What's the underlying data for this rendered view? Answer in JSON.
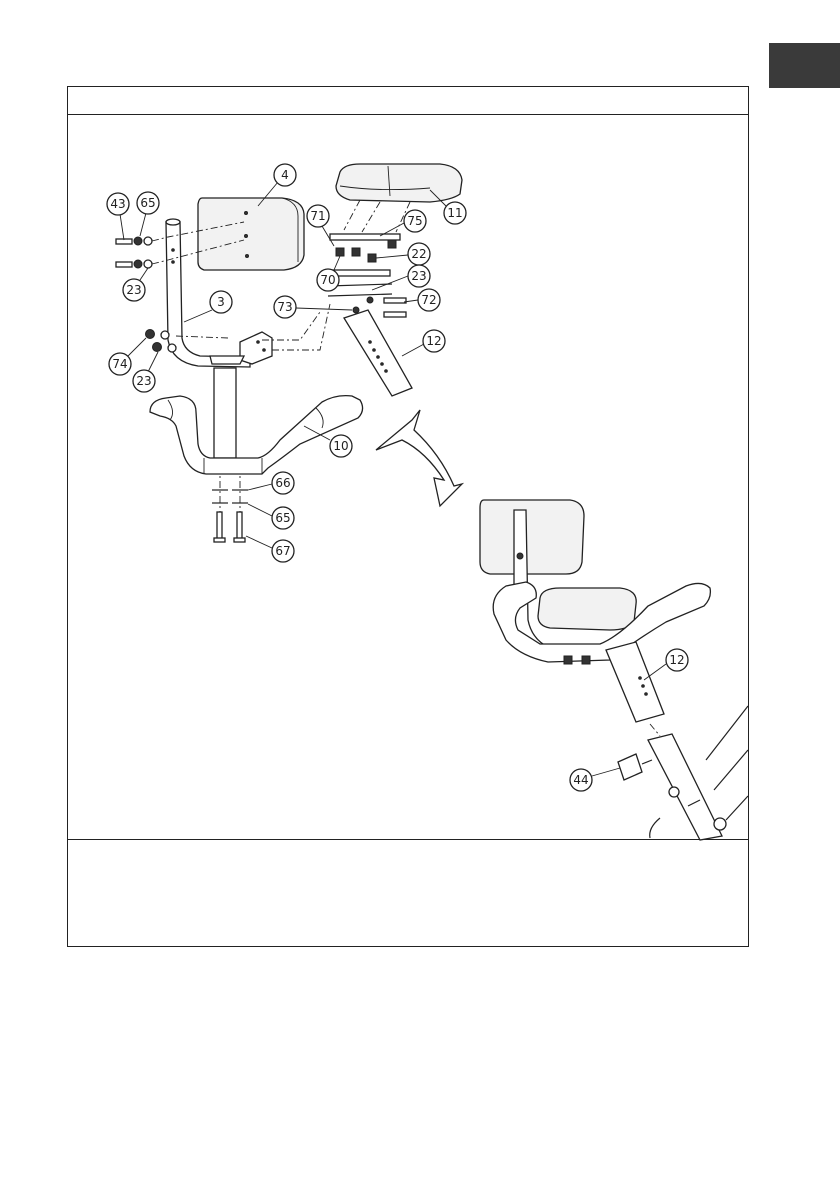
{
  "page": {
    "header_text": "",
    "footer_text": ""
  },
  "callouts": {
    "c4": "4",
    "c11": "11",
    "c43": "43",
    "c65a": "65",
    "c71": "71",
    "c75": "75",
    "c23a": "23",
    "c70": "70",
    "c22": "22",
    "c23b": "23",
    "c72": "72",
    "c3": "3",
    "c73": "73",
    "c12a": "12",
    "c74": "74",
    "c23c": "23",
    "c10": "10",
    "c66": "66",
    "c65b": "65",
    "c67": "67",
    "c12b": "12",
    "c44": "44"
  },
  "colors": {
    "line": "#222222",
    "tab": "#3a3a3a"
  }
}
